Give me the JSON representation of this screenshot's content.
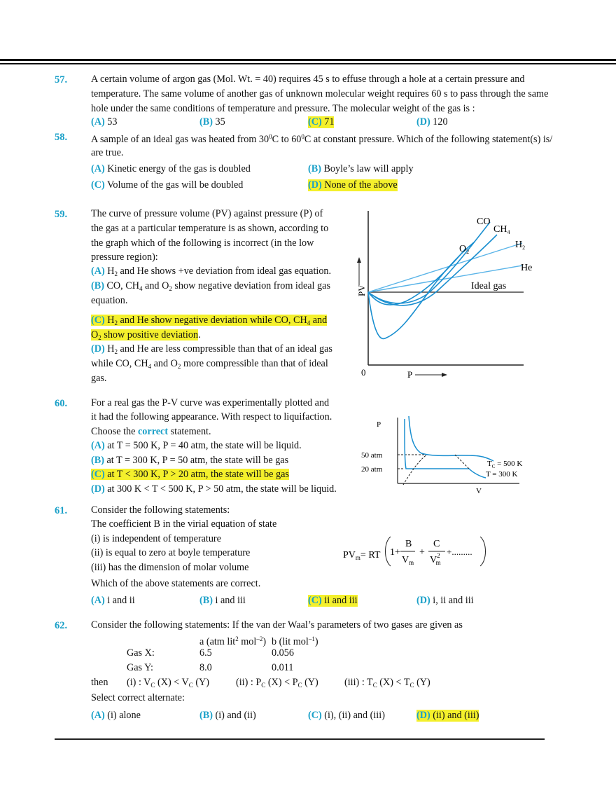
{
  "q57": {
    "num": "57.",
    "lines": [
      "A certain volume of argon gas (Mol. Wt. = 40) requires 45 s to effuse through a hole at a certain pressure and",
      "temperature. The same volume of another gas of unknown molecular weight requires 60 s to pass through the same",
      "hole under the same conditions of temperature and pressure. The molecular weight of the gas is :"
    ],
    "options": [
      {
        "label": "(A)",
        "text": "53"
      },
      {
        "label": "(B)",
        "text": "35"
      },
      {
        "label": "(C)",
        "text": "71"
      },
      {
        "label": "(D)",
        "text": "120"
      }
    ]
  },
  "q58": {
    "num": "58.",
    "line1_a": "A sample of an ideal gas was heated from 30",
    "sup1": "0",
    "line1_b": "C to 60",
    "sup2": "0",
    "line1_c": "C at constant pressure. Which of the following statement(s) is/",
    "line2": "are true.",
    "options": [
      {
        "label": "(A)",
        "text": "Kinetic energy of the gas is doubled"
      },
      {
        "label": "(B)",
        "text": "Boyle’s law will apply"
      },
      {
        "label": "(C)",
        "text": "Volume of the gas will be doubled"
      },
      {
        "label": "(D)",
        "text": "None of the above"
      }
    ]
  },
  "q59": {
    "num": "59.",
    "lines": [
      "The curve of pressure volume (PV) against pressure (P) of",
      "the gas at a particular temperature is as shown, according to",
      "the graph which of the following is incorrect (in the low",
      "pressure region):"
    ],
    "optA": {
      "label": "(A)",
      "t1": "H",
      "s1": "2",
      "t2": " and He shows +ve deviation from ideal gas equation."
    },
    "optB": {
      "label": "(B)",
      "t1": "CO, CH",
      "s1": "4",
      "t2": " and O",
      "s2": "2",
      "t3": " show negative deviation from ideal gas",
      "t4": "equation."
    },
    "optC": {
      "label": "(C)",
      "t1": "H",
      "s1": "2",
      "t2": " and He show negative deviation while CO, CH",
      "s2": "4",
      "t3": " and",
      "t4": "O",
      "s3": "2",
      "t5": " show positive deviation",
      "t6": "."
    },
    "optD": {
      "label": "(D)",
      "t1": "H",
      "s1": "2",
      "t2": " and He are less compressible than that of an ideal gas",
      "t3": "while CO, CH",
      "s2": "4",
      "t4": " and O",
      "s3": "2",
      "t5": " more compressible than that of ideal",
      "t6": "gas."
    },
    "graph": {
      "labels": {
        "co": "CO",
        "ch4": "CH",
        "ch4_sub": "4",
        "h2": "H",
        "h2_sub": "2",
        "he": "He",
        "o2": "O",
        "o2_sub": "2",
        "ideal": "Ideal gas",
        "y": "PV",
        "x": "P",
        "origin": "0"
      }
    }
  },
  "q60": {
    "num": "60.",
    "lines": [
      "For a real gas the P-V curve was experimentally plotted and",
      "it had the following appearance. With respect to liquifaction."
    ],
    "line3_a": "Choose the ",
    "line3_b": "correct",
    "line3_c": " statement.",
    "options": [
      {
        "label": "(A)",
        "text": "at T = 500 K, P = 40 atm, the state will be liquid."
      },
      {
        "label": "(B)",
        "text": "at T = 300 K, P = 50 atm, the state will be gas"
      },
      {
        "label": "(C)",
        "text": "at T < 300 K, P > 20 atm, the state will be gas"
      },
      {
        "label": "(D)",
        "text": "at 300 K < T < 500 K, P > 50 atm, the state will be liquid."
      }
    ],
    "graph": {
      "p": "P",
      "v": "V",
      "p50": "50 atm",
      "p20": "20 atm",
      "tc_a": "T",
      "tc_sub": "C",
      "tc_b": " = 500 K",
      "t300": "T = 300 K"
    }
  },
  "q61": {
    "num": "61.",
    "lines": [
      "Consider the following statements:",
      "The coefficient B in the virial equation of state",
      "(i) is independent of temperature",
      "(ii) is equal to zero at boyle temperature",
      "(iii) has the dimension of molar volume",
      "Which of the above statements are correct."
    ],
    "equation": {
      "pv": "PV",
      "m": "m",
      "rt": "= RT",
      "one": "1+",
      "b": "B",
      "vm": "V",
      "c": "C",
      "two": "2",
      "plus": "+",
      "dots": "+........."
    },
    "options": [
      {
        "label": "(A)",
        "text": "i and ii"
      },
      {
        "label": "(B)",
        "text": "i and iii"
      },
      {
        "label": "(C)",
        "text": "ii and iii"
      },
      {
        "label": "(D)",
        "text": "i, ii and iii"
      }
    ]
  },
  "q62": {
    "num": "62.",
    "line1": "Consider the following statements: If the van der Waal’s parameters of two gases are given as",
    "head_a": "a (atm lit",
    "head_a_sup": "2",
    "head_a2": " mol",
    "head_a_sup2": "–2",
    "head_a3": ")",
    "head_b": "b (lit mol",
    "head_b_sup": "–1",
    "head_b2": ")",
    "rows": [
      {
        "gas": "Gas X:",
        "a": "6.5",
        "b": "0.056"
      },
      {
        "gas": "Gas Y:",
        "a": "8.0",
        "b": "0.011"
      }
    ],
    "then": "then",
    "s1": {
      "a": "(i) : V",
      "sub1": "C",
      "b": " (X) < V",
      "sub2": "C",
      "c": " (Y)"
    },
    "s2": {
      "a": "(ii) : P",
      "sub1": "C",
      "b": " (X) < P",
      "sub2": "C",
      "c": " (Y)"
    },
    "s3": {
      "a": "(iii) : T",
      "sub1": "C",
      "b": " (X) < T",
      "sub2": "C",
      "c": " (Y)"
    },
    "select": "Select correct alternate:",
    "options": [
      {
        "label": "(A)",
        "text": "(i) alone"
      },
      {
        "label": "(B)",
        "text": "(i) and (ii)"
      },
      {
        "label": "(C)",
        "text": "(i), (ii) and (iii)"
      },
      {
        "label": "(D)",
        "text": "(ii) and (iii)"
      }
    ]
  },
  "colors": {
    "accent": "#1aa0c8",
    "highlight": "#f4f02c",
    "curve": "#1a8fd0"
  }
}
